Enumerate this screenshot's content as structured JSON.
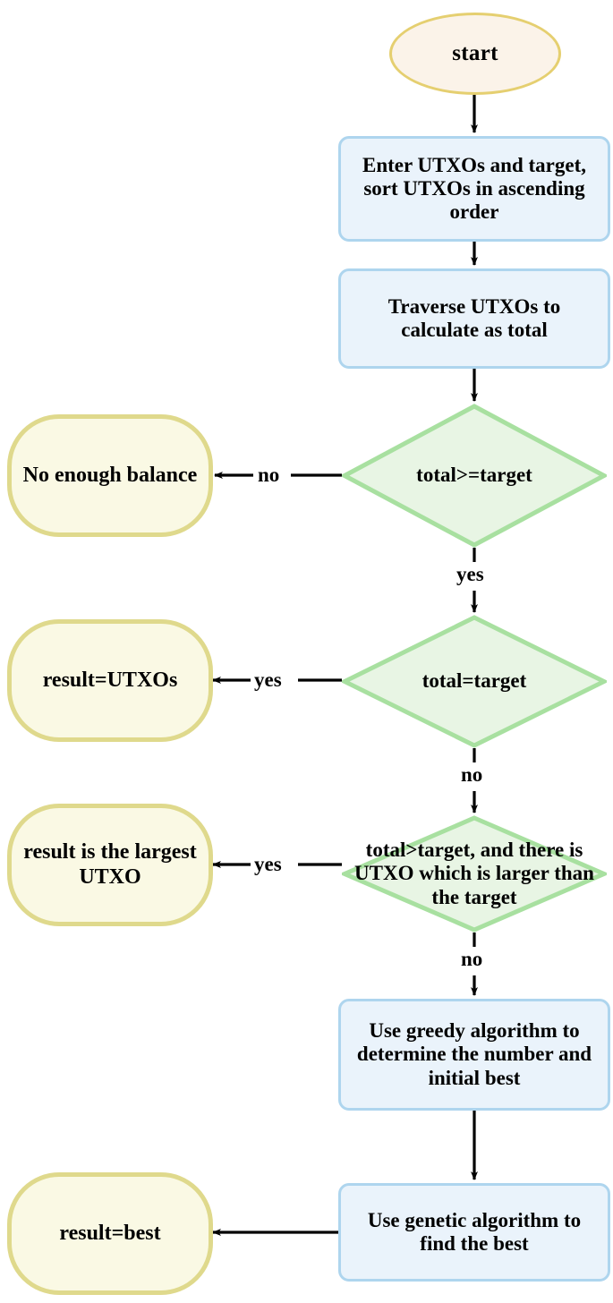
{
  "diagram": {
    "title": "UTXO selection algorithm flowchart",
    "type": "flowchart",
    "colors": {
      "start_fill": "#fbf3e9",
      "start_stroke": "#e5cf70",
      "process_fill": "#eaf3fb",
      "process_stroke": "#aed5ee",
      "decision_fill": "#e8f5e4",
      "decision_stroke": "#a8e0a0",
      "terminal_fill": "#faf9e4",
      "terminal_stroke": "#dfd98c",
      "connector": "#000000",
      "background": "#ffffff"
    },
    "nodes": {
      "start": "start",
      "enter_utxos": "Enter UTXOs and target,  sort UTXOs in ascending order",
      "traverse": "Traverse UTXOs to calculate as total",
      "decision_total_ge_target": "total>=target",
      "no_enough_balance": "No enough balance",
      "decision_total_eq_target": "total=target",
      "result_utxos": "result=UTXOs",
      "decision_larger_utxo": "total>target, and there is UTXO which is larger than the target",
      "result_largest_utxo": "result is the largest UTXO",
      "greedy": "Use greedy algorithm to determine the number and initial best",
      "genetic": "Use genetic algorithm to find the best",
      "result_best": "result=best"
    },
    "edge_labels": {
      "no_1": "no",
      "yes_1": "yes",
      "yes_2": "yes",
      "no_2": "no",
      "yes_3": "yes",
      "no_3": "no"
    }
  }
}
